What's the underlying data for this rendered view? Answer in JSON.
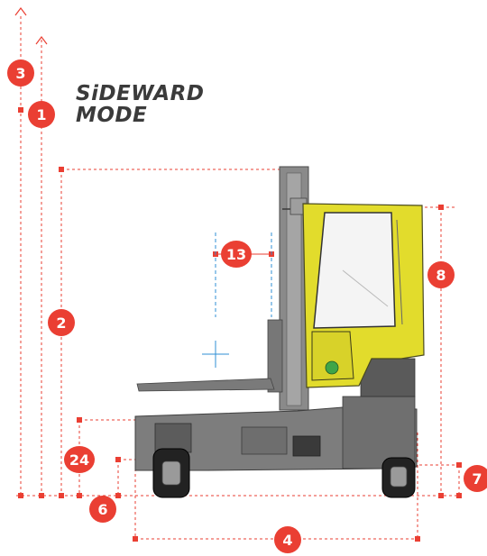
{
  "title": {
    "line1": "SiDEWARD",
    "line2": "MODE"
  },
  "colors": {
    "accent": "#ea3f33",
    "body_yellow": "#e2dc2c",
    "chassis_gray": "#7d7d7d",
    "center_line_blue": "#2f8fd6"
  },
  "callouts": [
    {
      "id": "callout-3",
      "label": "3"
    },
    {
      "id": "callout-1",
      "label": "1"
    },
    {
      "id": "callout-2",
      "label": "2"
    },
    {
      "id": "callout-13",
      "label": "13"
    },
    {
      "id": "callout-8",
      "label": "8"
    },
    {
      "id": "callout-24",
      "label": "24"
    },
    {
      "id": "callout-6",
      "label": "6"
    },
    {
      "id": "callout-7",
      "label": "7"
    },
    {
      "id": "callout-4",
      "label": "4"
    }
  ]
}
